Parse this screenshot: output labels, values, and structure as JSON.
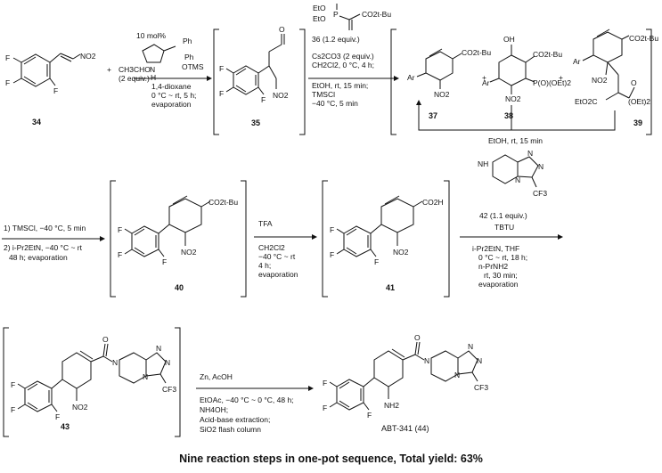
{
  "title": "Nine reaction steps in one-pot sequence, Total yield: 63%",
  "compounds": {
    "c34": "34",
    "c35": "35",
    "c36": "36",
    "c37": "37",
    "c38": "38",
    "c39": "39",
    "c40": "40",
    "c41": "41",
    "c42": "42",
    "c43": "43",
    "c44_label": "ABT-341 (44)"
  },
  "step1": {
    "reagent": "CH3CHO",
    "reagent_equiv": "(2 equiv.)",
    "catalyst": "10 mol%",
    "conditions": [
      "1,4-dioxane",
      "0 °C ~ rt, 5 h;",
      "evaporation"
    ]
  },
  "step2": {
    "reagent36": "36 (1.2 equiv.)",
    "conditions": [
      "Cs2CO3 (2 equiv.)",
      "CH2Cl2, 0 °C, 4 h;",
      "EtOH, rt, 15 min;",
      "TMSCl",
      "−40 °C, 5 min"
    ]
  },
  "step3": {
    "conditions": "EtOH, rt, 15 min"
  },
  "step4": {
    "conditions": [
      "1) TMSCl, −40 °C, 5 min",
      "2) i-Pr2EtN, −40 °C ~ rt",
      "48 h; evaporation"
    ]
  },
  "step5": {
    "conditions": [
      "TFA",
      "CH2Cl2",
      "−40 °C ~ rt",
      "4 h;",
      "evaporation"
    ]
  },
  "step6": {
    "reagent42": "42 (1.1 equiv.)",
    "conditions": [
      "TBTU",
      "i-Pr2EtN, THF",
      "0 °C ~ rt, 18 h;",
      "n-PrNH2",
      "rt, 30 min;",
      "evaporation"
    ]
  },
  "step7": {
    "conditions": [
      "Zn, AcOH",
      "EtOAc, −40 °C ~ 0 °C, 48 h;",
      "NH4OH;",
      "Acid-base extraction;",
      "SiO2 flash column"
    ]
  },
  "atoms": {
    "F": "F",
    "NO2": "NO2",
    "CO2tBu": "CO2t-Bu",
    "CO2H": "CO2H",
    "NH2": "NH2",
    "CF3": "CF3",
    "Ar": "Ar",
    "OH": "OH",
    "O": "O",
    "N": "N",
    "H": "H",
    "Ph": "Ph",
    "OTMS": "OTMS",
    "EtO": "EtO",
    "EtO2C": "EtO2C",
    "PO_OEt2": "P(O)(OEt)2",
    "P_O": "P",
    "OEt2": "(OEt)2",
    "plus": "+",
    "NH": "NH"
  }
}
